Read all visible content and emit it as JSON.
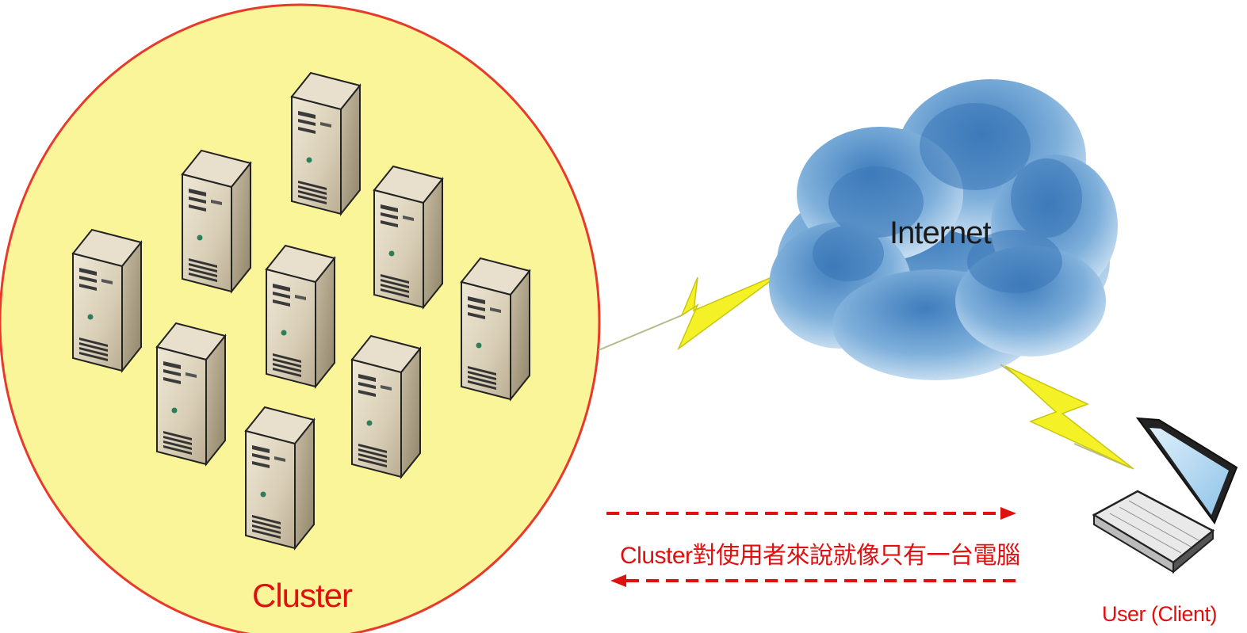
{
  "diagram": {
    "cluster_label": "Cluster",
    "internet_label": "Internet",
    "note_label": "Cluster對使用者來說就像只有一台電腦",
    "client_label": "User (Client)"
  },
  "nodes": [
    {
      "id": "cluster",
      "label": "Cluster",
      "icon": "cluster-circle",
      "server_count": 9
    },
    {
      "id": "internet",
      "label": "Internet",
      "icon": "cloud-icon"
    },
    {
      "id": "client",
      "label": "User (Client)",
      "icon": "laptop-icon"
    }
  ],
  "edges": [
    {
      "from": "cluster",
      "to": "internet",
      "style": "lightning-link"
    },
    {
      "from": "internet",
      "to": "client",
      "style": "lightning-link"
    },
    {
      "from": "cluster",
      "to": "client",
      "style": "dashed-bidirectional-arrow",
      "label": "Cluster對使用者來說就像只有一台電腦"
    }
  ],
  "colors": {
    "cluster_fill": "#fbf59a",
    "cluster_stroke": "#e83a2a",
    "label_red": "#e01010",
    "lightning": "#f4f227",
    "cloud_dark": "#4f88c2",
    "cloud_light": "#d8e9f6"
  }
}
